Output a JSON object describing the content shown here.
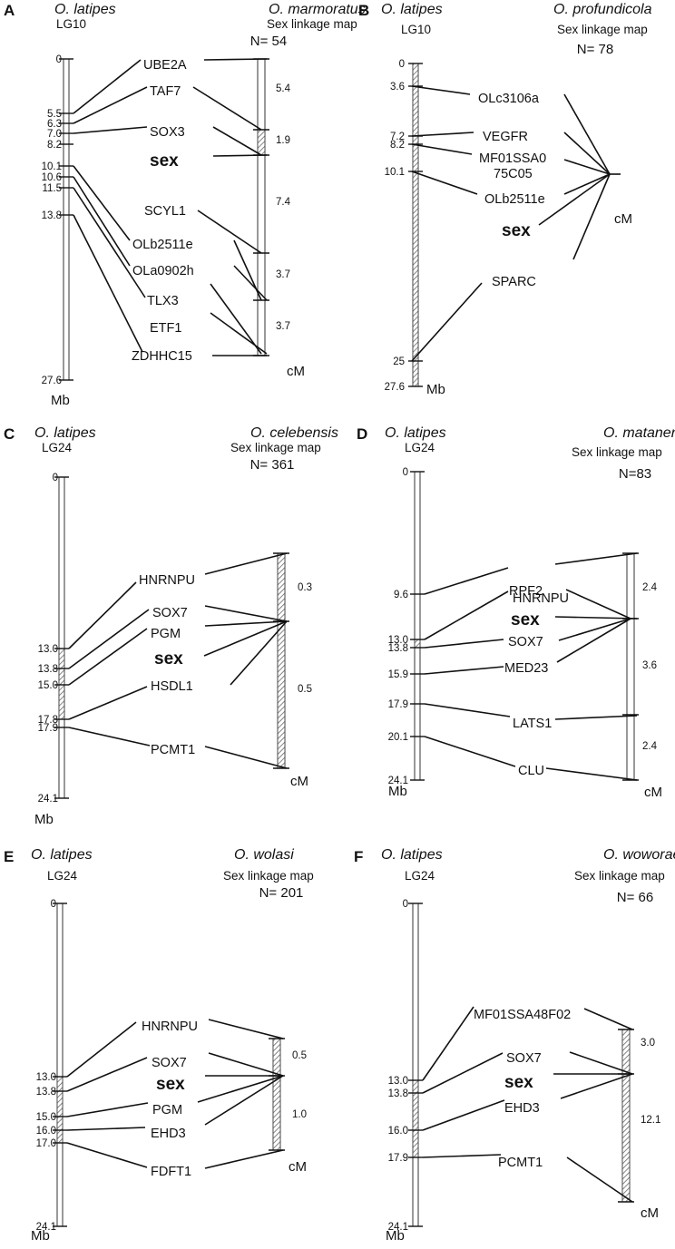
{
  "panels": [
    {
      "letter": "A",
      "ref_species": "O. latipes",
      "ref_lg": "LG10",
      "target_species": "O. marmoratus",
      "map_type": "Sex linkage map",
      "n_label": "N= 54",
      "left_unit": "Mb",
      "right_unit": "cM",
      "left_ticks": [
        "0",
        "5.5",
        "6.3",
        "7.0",
        "8.2",
        "10.1",
        "10.6",
        "11.5",
        "13.8",
        "27.6"
      ],
      "genes": [
        "UBE2A",
        "TAF7",
        "SOX3",
        "sex",
        "SCYL1",
        "OLb2511e",
        "OLa0902h",
        "TLX3",
        "ETF1",
        "ZDHHC15"
      ],
      "cm_intervals": [
        "5.4",
        "1.9",
        "7.4",
        "3.7",
        "3.7"
      ]
    },
    {
      "letter": "B",
      "ref_species": "O. latipes",
      "ref_lg": "LG10",
      "target_species": "O. profundicola",
      "map_type": "Sex linkage map",
      "n_label": "N= 78",
      "left_unit": "Mb",
      "right_unit": "cM",
      "left_ticks": [
        "0",
        "3.6",
        "7.2",
        "8.2",
        "10.1",
        "25",
        "27.6"
      ],
      "genes": [
        "OLc3106a",
        "VEGFR",
        "MF01SSA0",
        "75C05",
        "OLb2511e",
        "sex",
        "SPARC"
      ],
      "cm_intervals": []
    },
    {
      "letter": "C",
      "ref_species": "O. latipes",
      "ref_lg": "LG24",
      "target_species": "O. celebensis",
      "map_type": "Sex linkage map",
      "n_label": "N= 361",
      "left_unit": "Mb",
      "right_unit": "cM",
      "left_ticks": [
        "0",
        "13.0",
        "13.8",
        "15.0",
        "17.8",
        "17.9",
        "24.1"
      ],
      "genes": [
        "HNRNPU",
        "SOX7",
        "PGM",
        "sex",
        "HSDL1",
        "PCMT1"
      ],
      "cm_intervals": [
        "0.3",
        "0.5"
      ]
    },
    {
      "letter": "D",
      "ref_species": "O. latipes",
      "ref_lg": "LG24",
      "target_species": "O. matanensis",
      "map_type": "Sex linkage map",
      "n_label": "N=83",
      "left_unit": "Mb",
      "right_unit": "cM",
      "left_ticks": [
        "0",
        "9.6",
        "13.0",
        "13.8",
        "15.9",
        "17.9",
        "20.1",
        "24.1"
      ],
      "genes": [
        "RPF2",
        "HNRNPU",
        "sex",
        "SOX7",
        "MED23",
        "LATS1",
        "CLU"
      ],
      "cm_intervals": [
        "2.4",
        "3.6",
        "2.4"
      ]
    },
    {
      "letter": "E",
      "ref_species": "O. latipes",
      "ref_lg": "LG24",
      "target_species": "O. wolasi",
      "map_type": "Sex linkage map",
      "n_label": "N= 201",
      "left_unit": "Mb",
      "right_unit": "cM",
      "left_ticks": [
        "0",
        "13.0",
        "13.8",
        "15.0",
        "16.0",
        "17.0",
        "24.1"
      ],
      "genes": [
        "HNRNPU",
        "SOX7",
        "sex",
        "PGM",
        "EHD3",
        "FDFT1"
      ],
      "cm_intervals": [
        "0.5",
        "1.0"
      ]
    },
    {
      "letter": "F",
      "ref_species": "O. latipes",
      "ref_lg": "LG24",
      "target_species": "O. woworae",
      "map_type": "Sex linkage map",
      "n_label": "N= 66",
      "left_unit": "Mb",
      "right_unit": "cM",
      "left_ticks": [
        "0",
        "13.0",
        "13.8",
        "16.0",
        "17.9",
        "24.1"
      ],
      "genes": [
        "MF01SSA48F02",
        "SOX7",
        "sex",
        "EHD3",
        "PCMT1"
      ],
      "cm_intervals": [
        "3.0",
        "12.1"
      ]
    }
  ]
}
